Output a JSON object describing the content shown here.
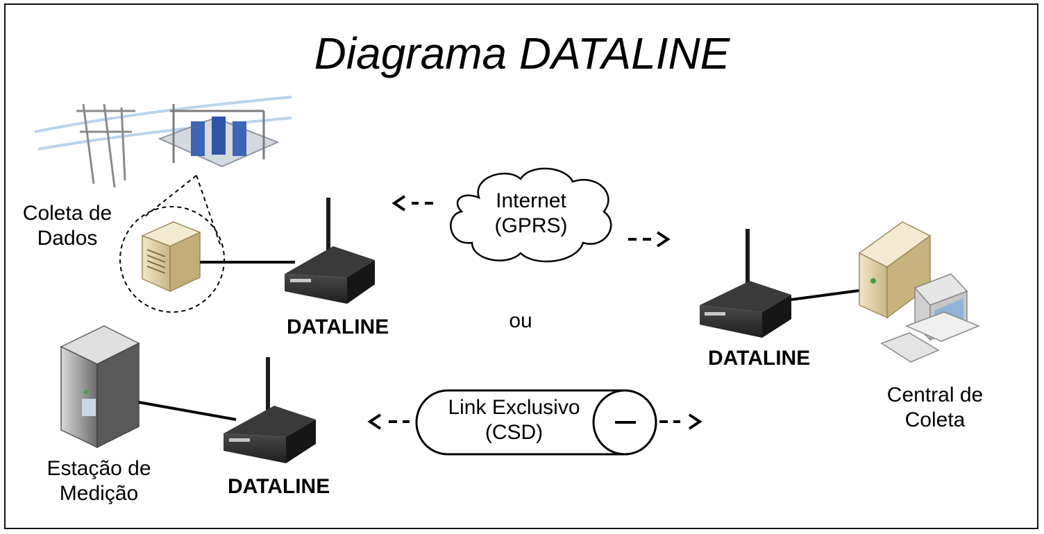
{
  "title": "Diagrama DATALINE",
  "nodes": {
    "coleta": "Coleta de\nDados",
    "estacao": "Estação de\nMedição",
    "central": "Central de\nColeta",
    "dataline_1": "DATALINE",
    "dataline_2": "DATALINE",
    "dataline_3": "DATALINE"
  },
  "links": {
    "internet": "Internet\n(GPRS)",
    "or": "ou",
    "link_exclusivo": "Link Exclusivo\n(CSD)"
  },
  "icons": [
    "substation-icon",
    "server-icon",
    "modem-icon",
    "rack-server-icon",
    "desktop-computer-icon",
    "cloud-icon",
    "pipe-icon",
    "arrow-icon"
  ]
}
